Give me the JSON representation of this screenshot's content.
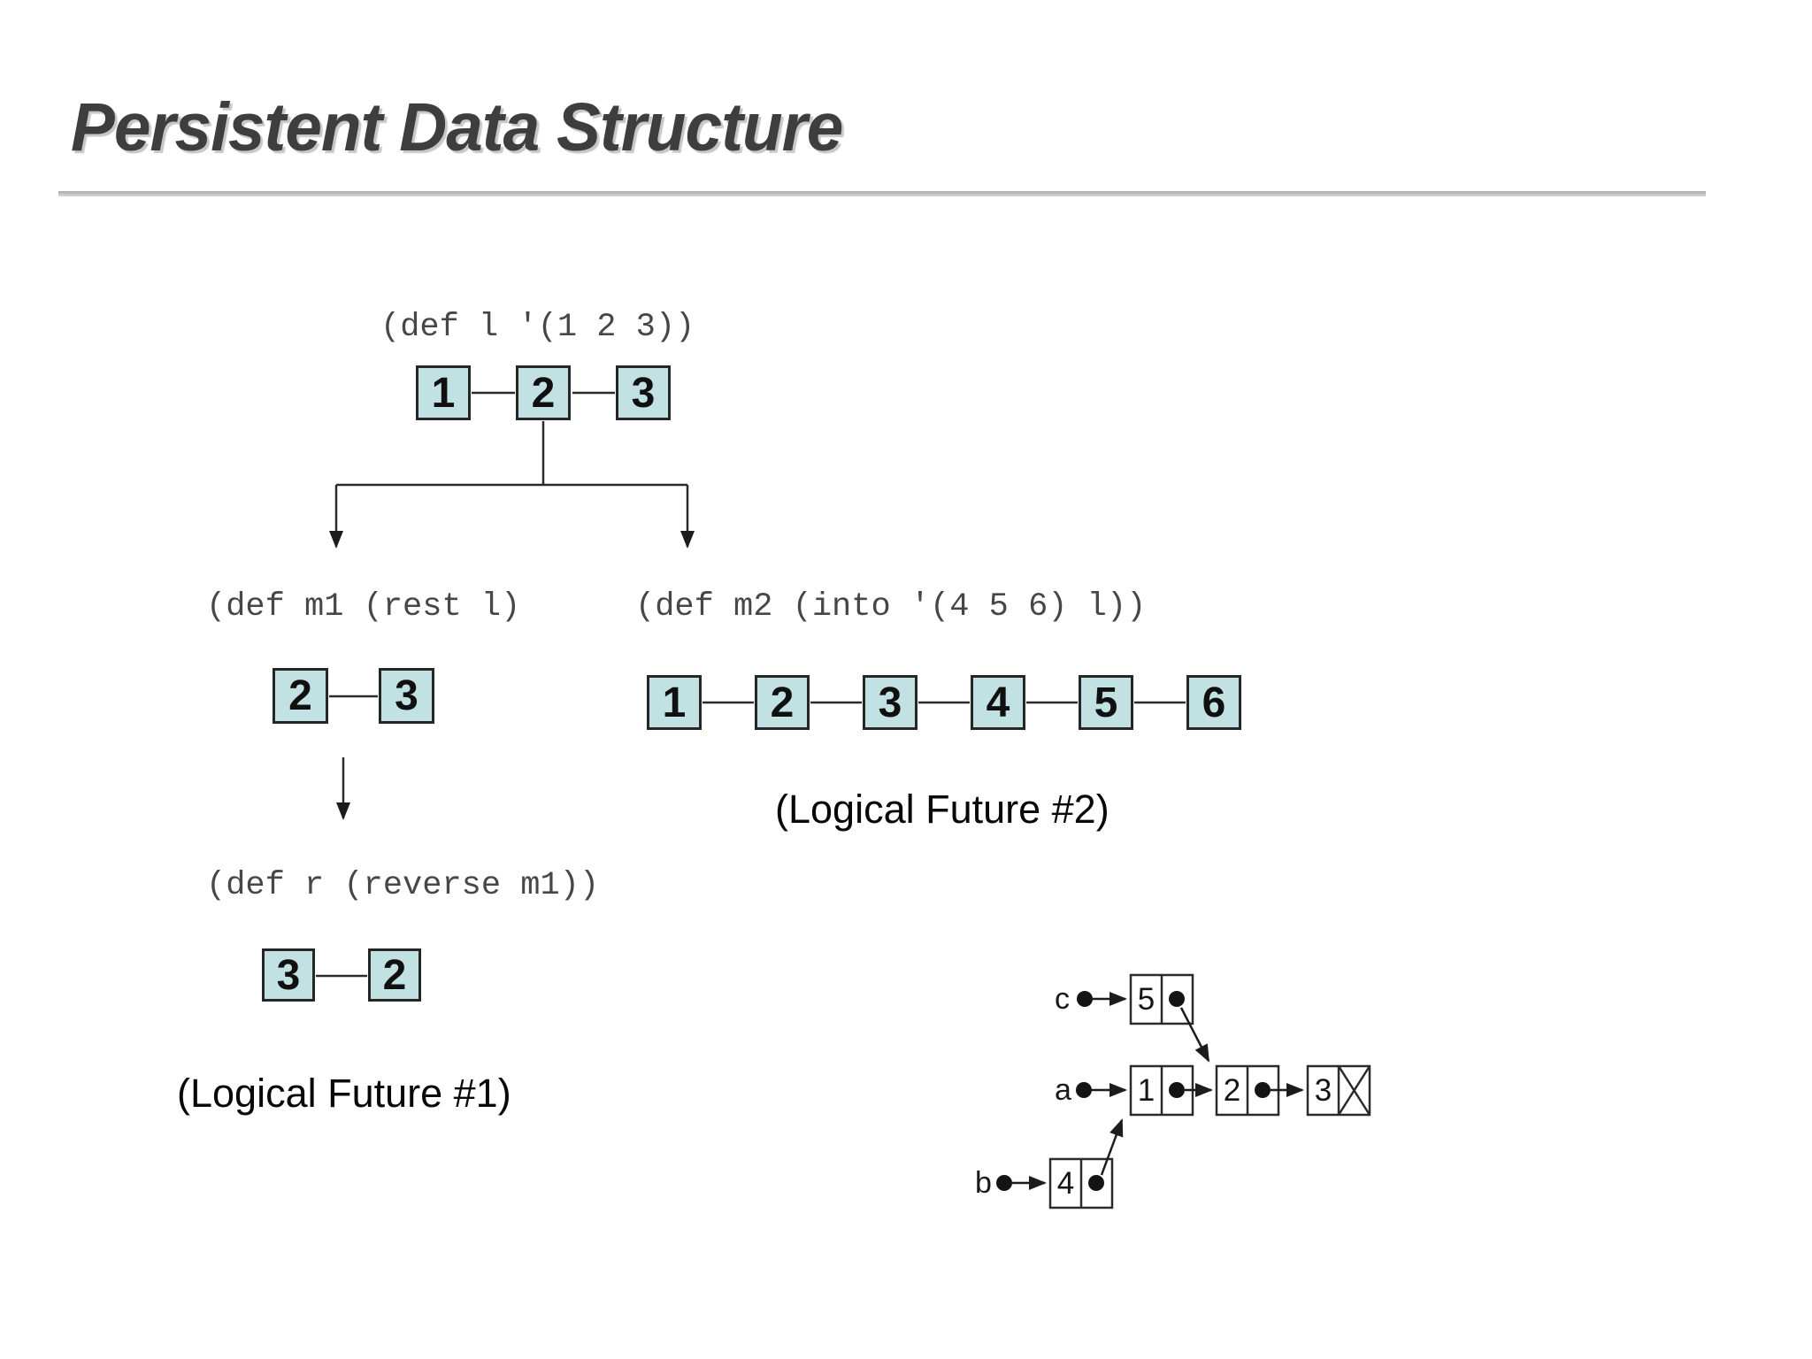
{
  "slide": {
    "title": "Persistent Data Structure"
  },
  "colors": {
    "background": "#ffffff",
    "title_color": "#3e3e3e",
    "rule_color": "#c2c2c2",
    "node_fill": "#c2e1e2",
    "node_border": "#262626",
    "code_color": "#474747",
    "line_color": "#2b2b2b"
  },
  "tree": {
    "root": {
      "code": "(def l '(1 2 3))",
      "nodes": [
        "1",
        "2",
        "3"
      ]
    },
    "m1": {
      "code": "(def m1 (rest l)",
      "nodes": [
        "2",
        "3"
      ]
    },
    "m2": {
      "code": "(def m2 (into '(4 5 6) l))",
      "nodes": [
        "1",
        "2",
        "3",
        "4",
        "5",
        "6"
      ]
    },
    "r": {
      "code": "(def r (reverse m1))",
      "nodes": [
        "3",
        "2"
      ]
    },
    "caption_future1": "(Logical Future #1)",
    "caption_future2": "(Logical Future #2)"
  },
  "cons_diagram": {
    "pointer_labels": {
      "c": "c",
      "a": "a",
      "b": "b"
    },
    "cells": {
      "c5": "5",
      "a1": "1",
      "a2": "2",
      "a3": "3",
      "b4": "4"
    }
  }
}
